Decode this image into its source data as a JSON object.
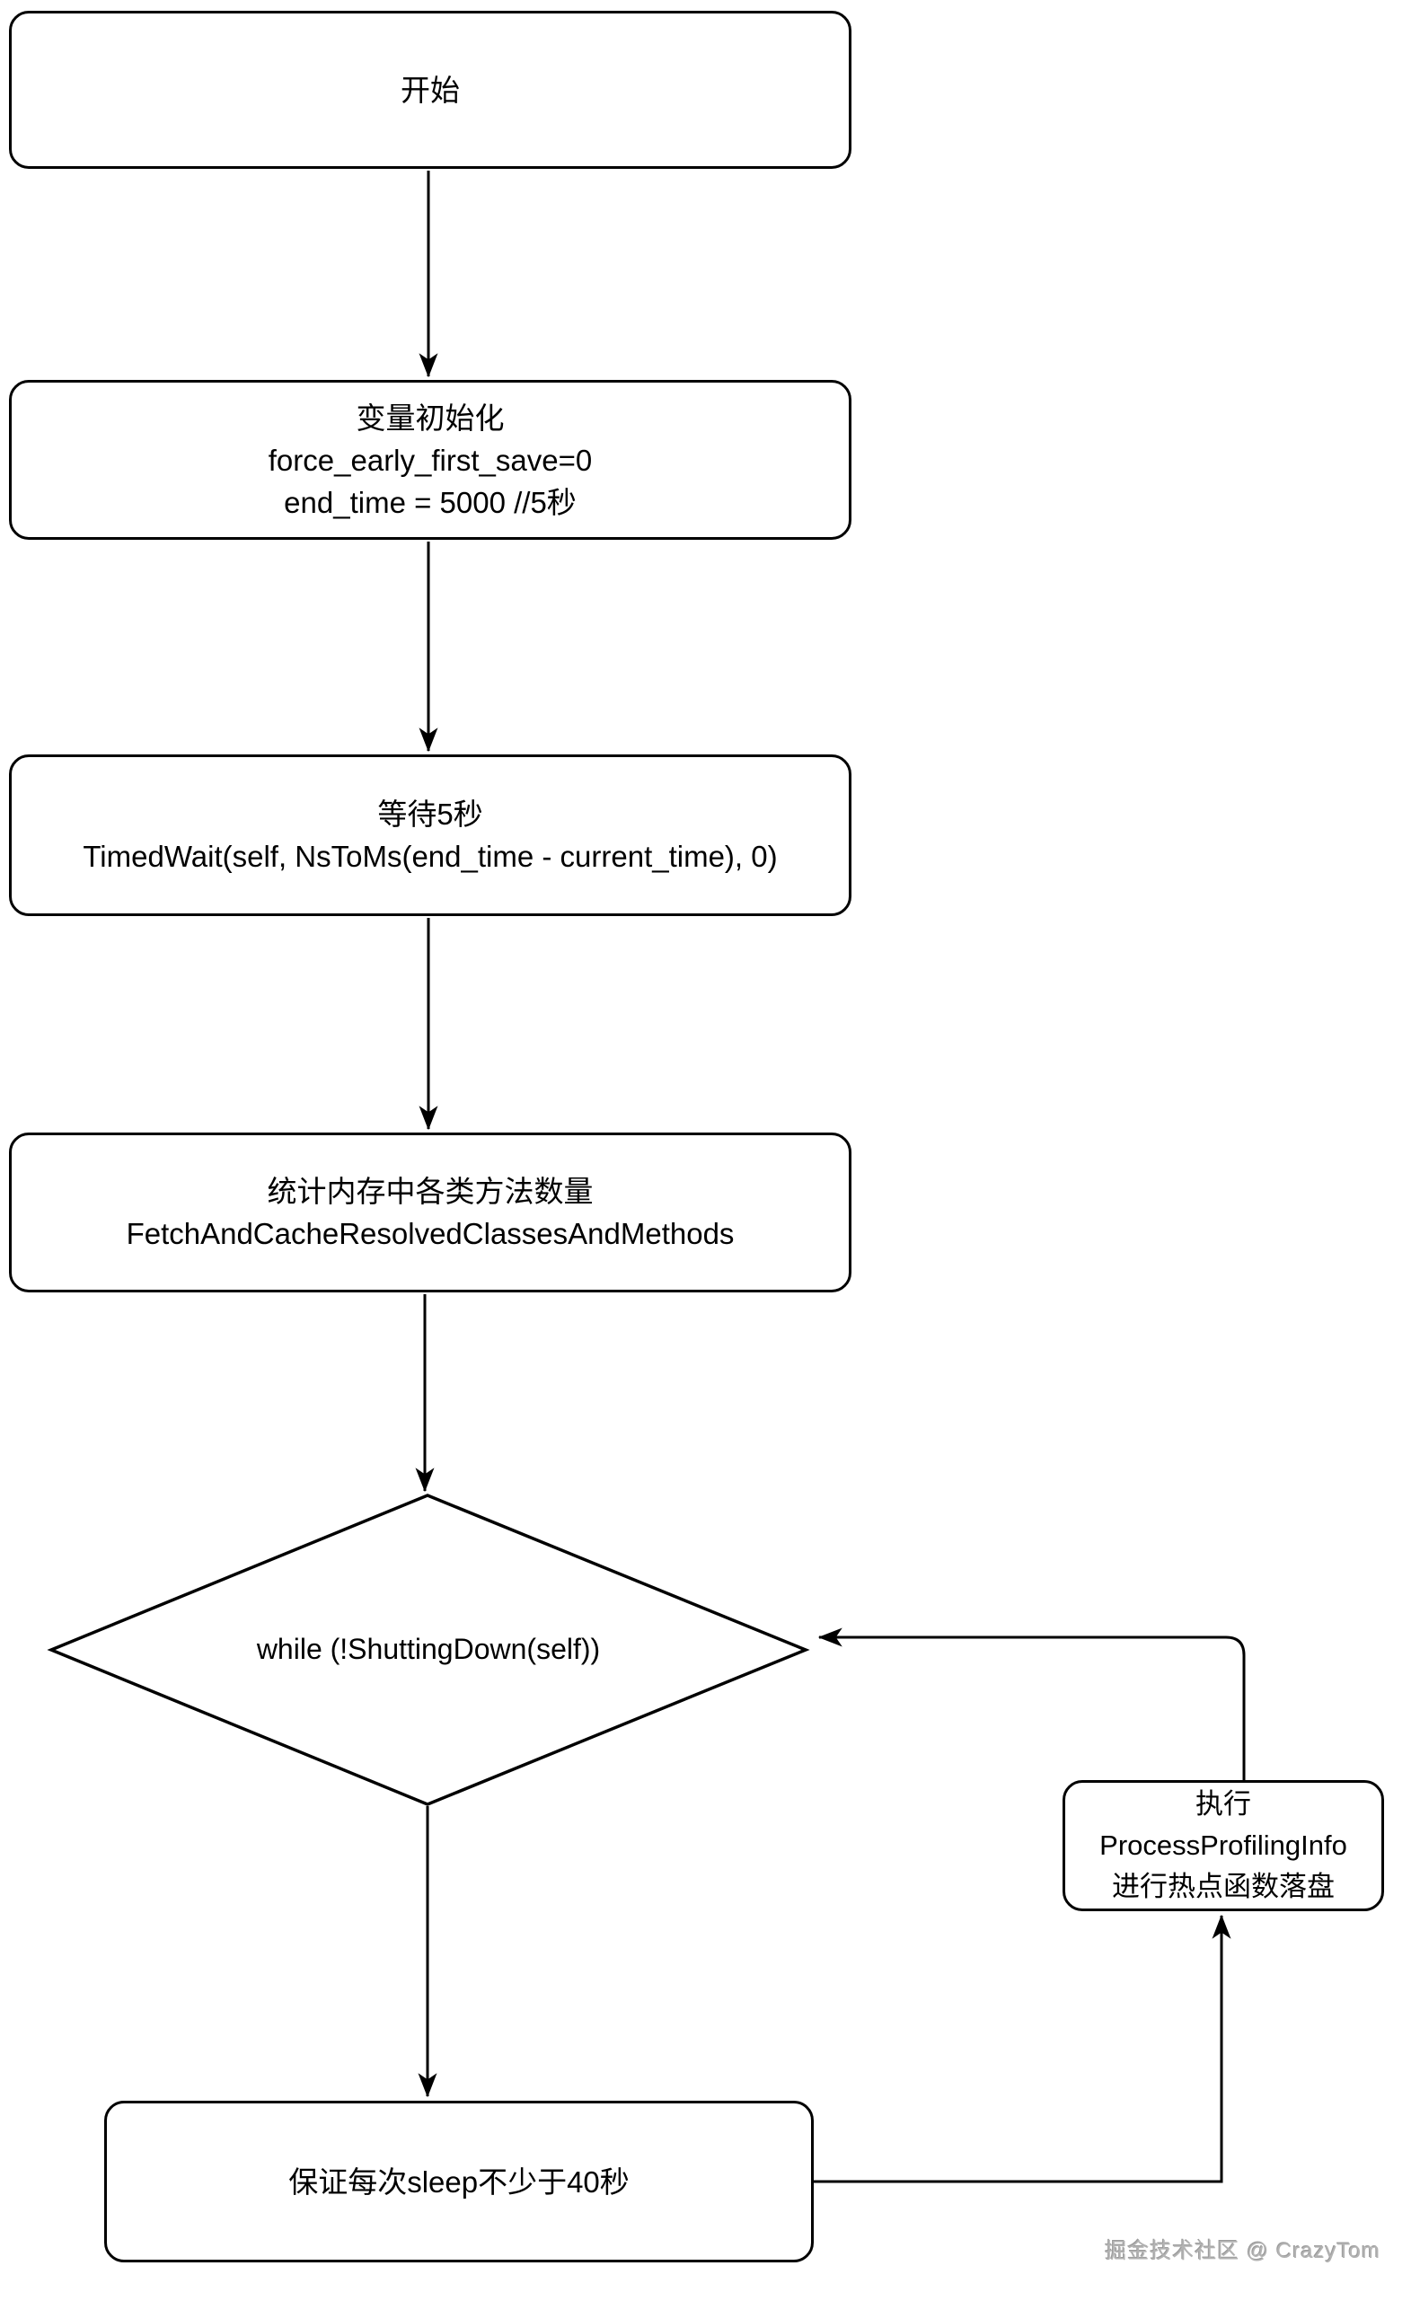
{
  "flowchart": {
    "nodes": {
      "start": {
        "label": "开始"
      },
      "init": {
        "lines": [
          "变量初始化",
          "force_early_first_save=0",
          "end_time = 5000 //5秒"
        ]
      },
      "wait": {
        "lines": [
          "等待5秒",
          "TimedWait(self, NsToMs(end_time - current_time), 0)"
        ]
      },
      "fetch": {
        "lines": [
          "统计内存中各类方法数量",
          "FetchAndCacheResolvedClassesAndMethods"
        ]
      },
      "while": {
        "label": "while (!ShuttingDown(self))"
      },
      "process": {
        "lines": [
          "执行",
          "ProcessProfilingInfo",
          "进行热点函数落盘"
        ]
      },
      "sleep": {
        "label": "保证每次sleep不少于40秒"
      }
    },
    "watermark": "掘金技术社区 @ CrazyTom",
    "colors": {
      "stroke": "#000000",
      "background": "#ffffff",
      "watermark_gray": "#b3b3b3"
    }
  }
}
